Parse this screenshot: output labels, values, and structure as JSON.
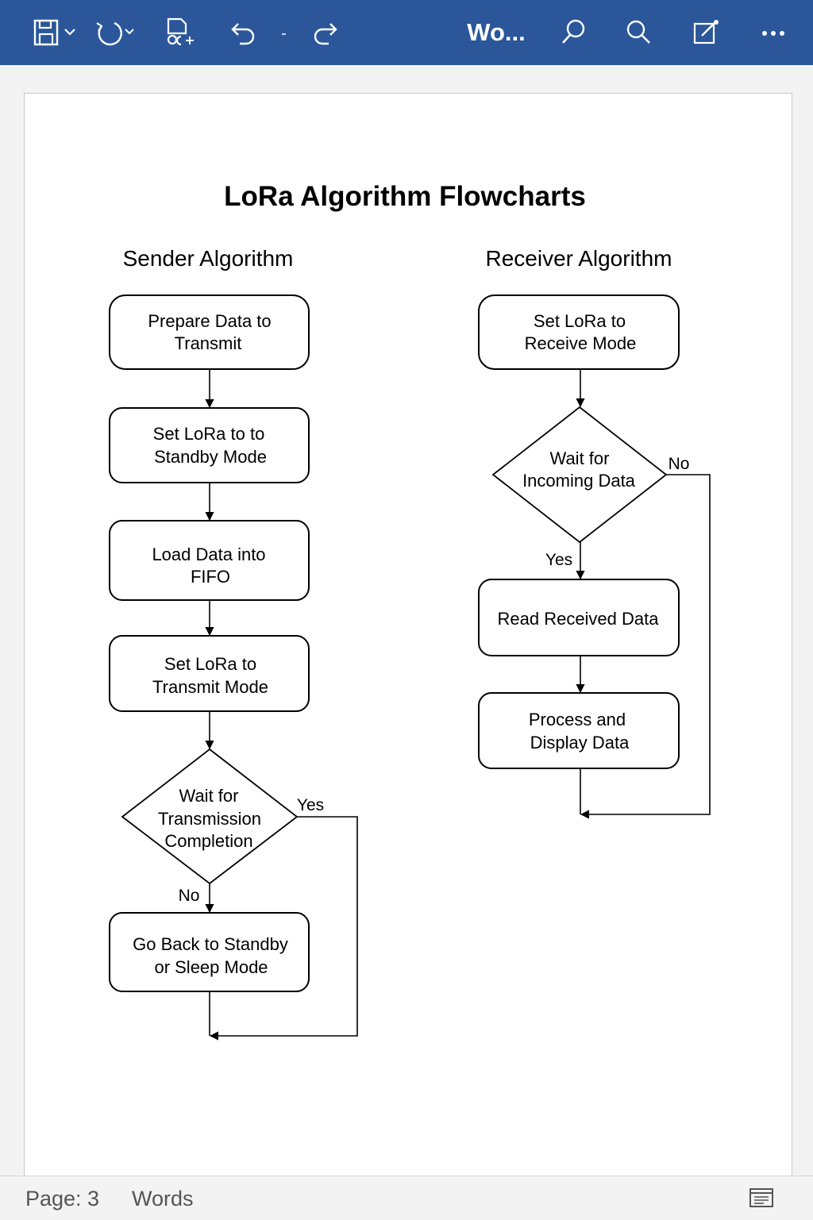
{
  "app": {
    "title": "Wo...",
    "colors": {
      "toolbar": "#2b579a",
      "toolbar_icon": "#ffffff",
      "page": "#ffffff"
    },
    "toolbar_icons": [
      "save-icon",
      "chevron-down-icon",
      "autosave-icon",
      "format-painter-icon",
      "undo-icon",
      "redo-icon",
      "lightbulb-search-icon",
      "search-icon",
      "edit-icon",
      "more-icon"
    ]
  },
  "document": {
    "title": "LoRa Algorithm Flowcharts",
    "sender": {
      "heading": "Sender Algorithm",
      "steps": [
        [
          "Prepare Data to",
          "Transmit"
        ],
        [
          "Set LoRa to to",
          "Standby Mode"
        ],
        [
          "Load Data into",
          "FIFO"
        ],
        [
          "Set LoRa to",
          "Transmit Mode"
        ]
      ],
      "decision": [
        "Wait for",
        "Transmission",
        "Completion"
      ],
      "decision_yes": "Yes",
      "decision_no": "No",
      "final": [
        "Go Back to Standby",
        "or Sleep Mode"
      ]
    },
    "receiver": {
      "heading": "Receiver Algorithm",
      "start": [
        "Set LoRa to",
        "Receive Mode"
      ],
      "decision": [
        "Wait for",
        "Incoming Data"
      ],
      "decision_no": "No",
      "decision_yes": "Yes",
      "steps": [
        [
          "Read Received Data"
        ],
        [
          "Process and",
          "Display Data"
        ]
      ]
    }
  },
  "status": {
    "page": "Page: 3",
    "words": "Words",
    "view_icon": "print-layout-icon"
  }
}
